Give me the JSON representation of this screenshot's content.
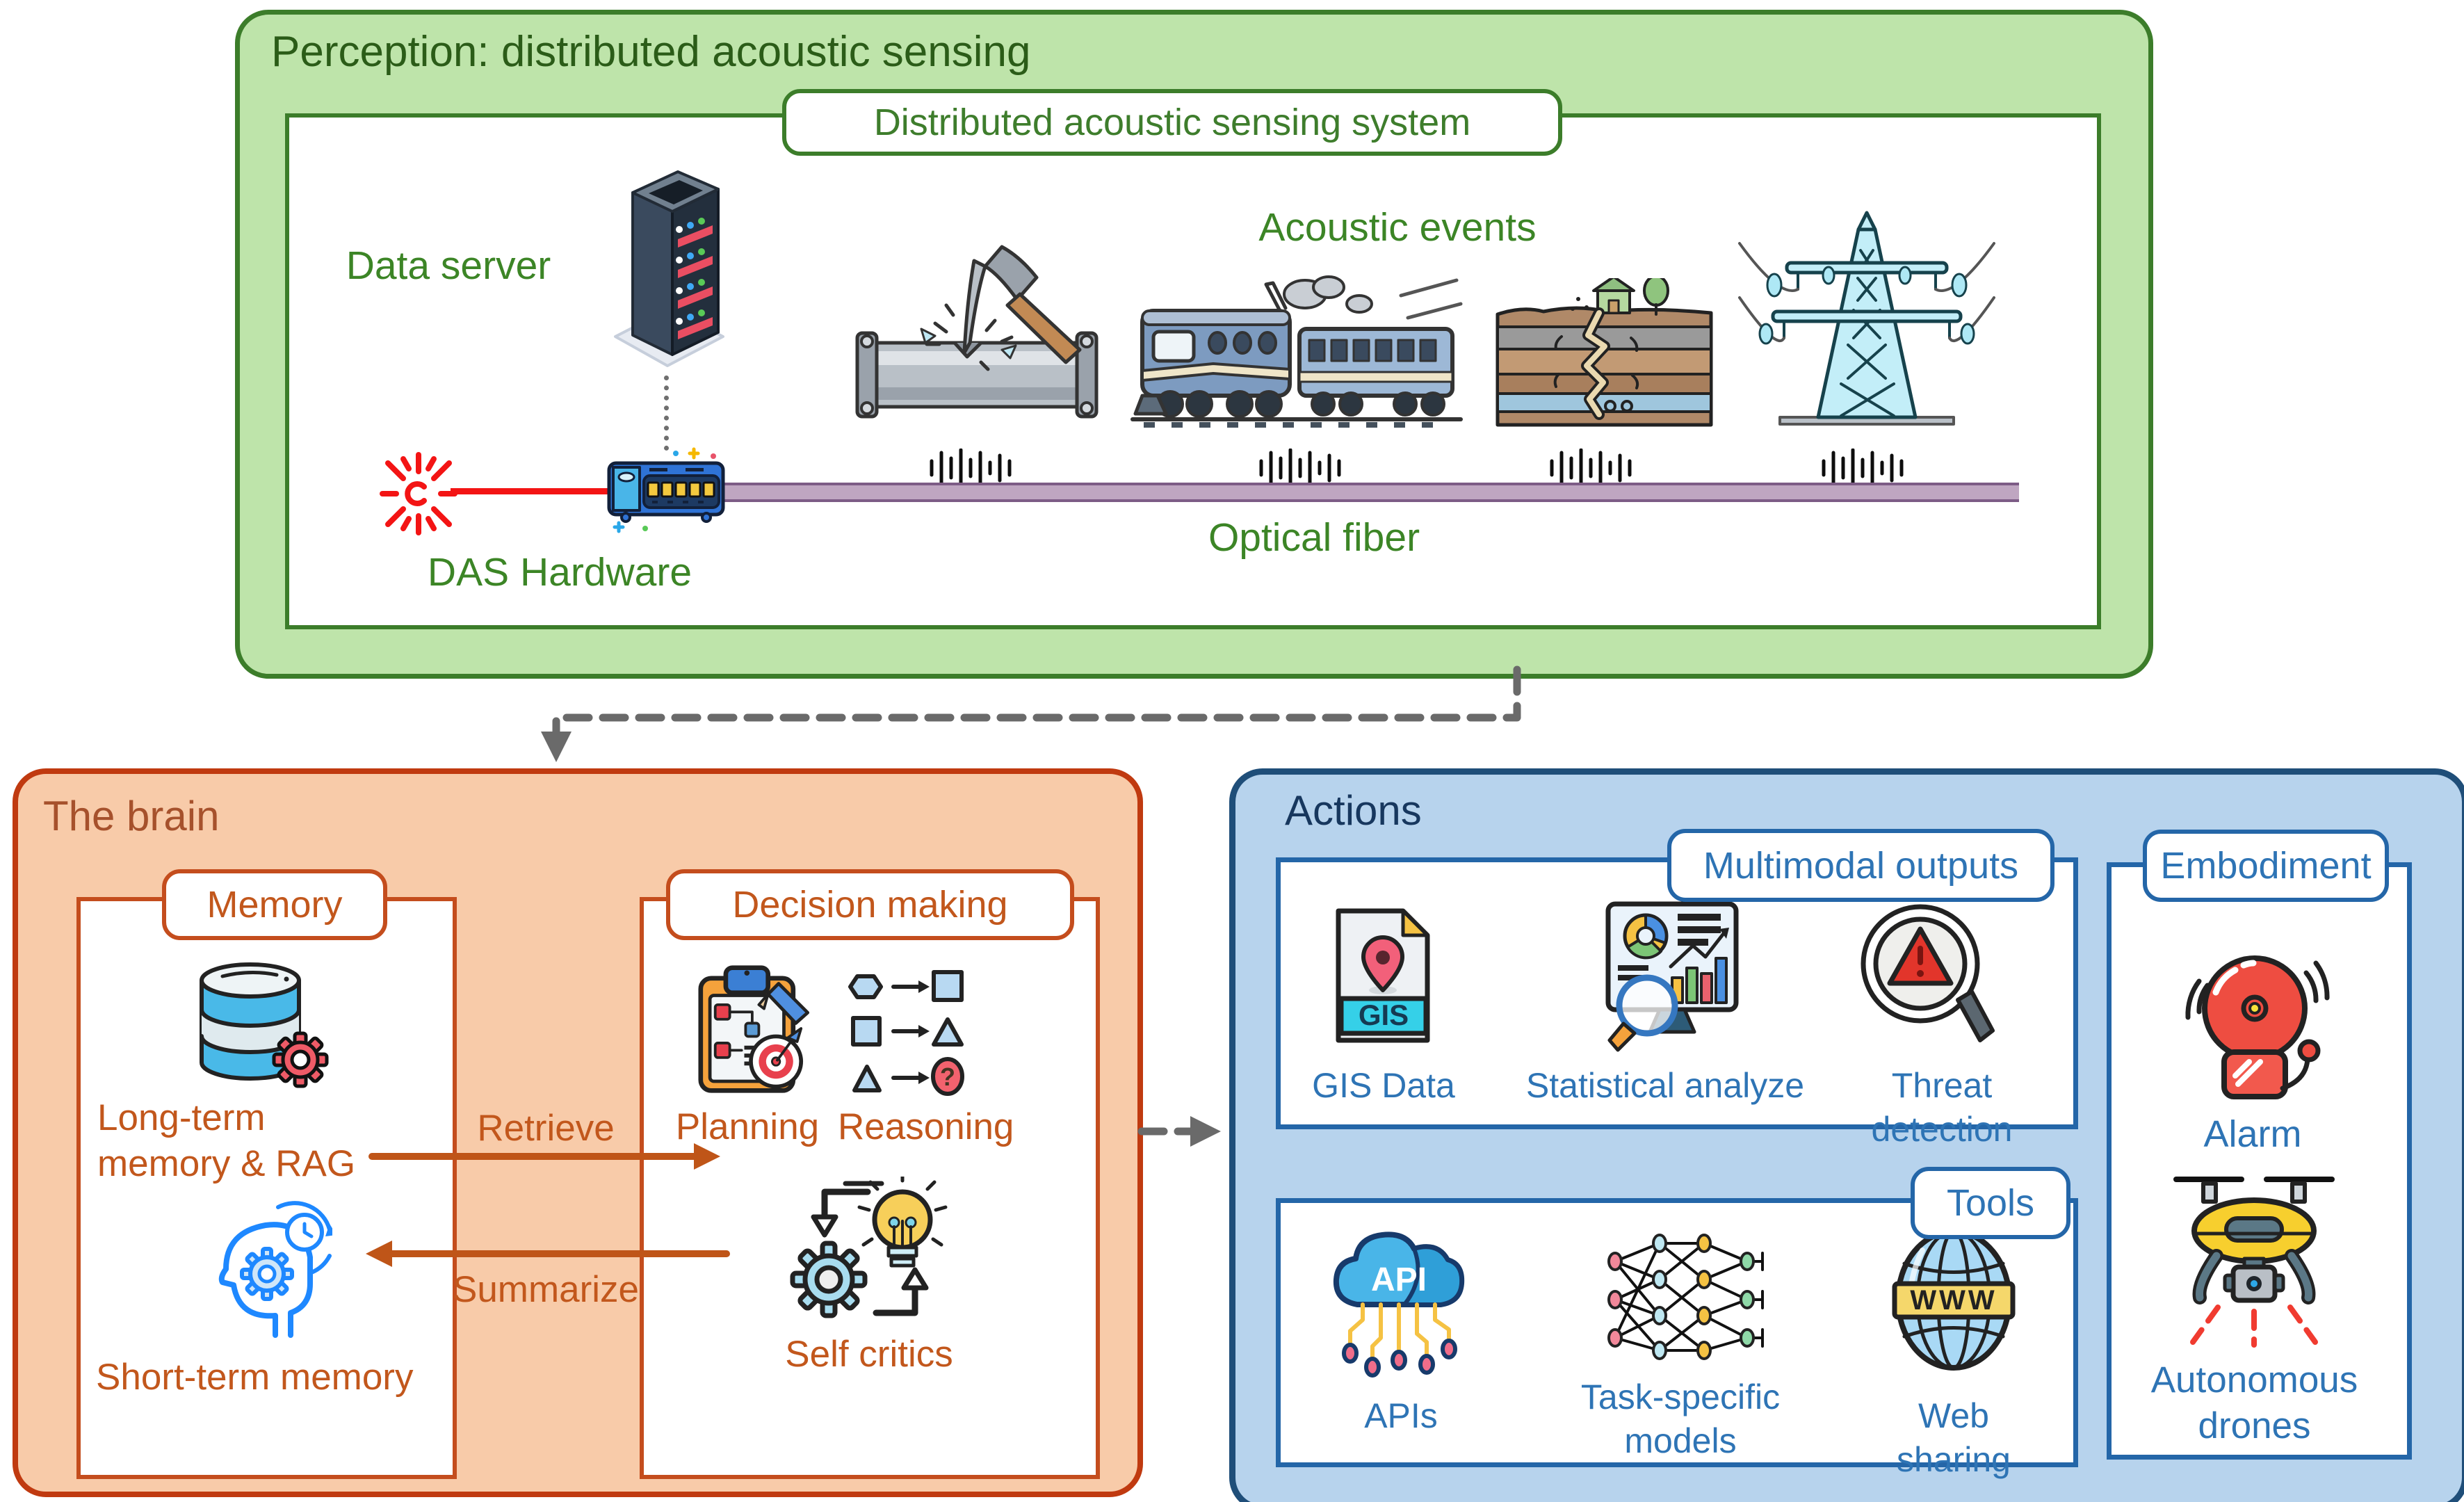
{
  "perception": {
    "title": "Perception: distributed acoustic sensing",
    "system_box_label": "Distributed acoustic sensing system",
    "data_server": "Data server",
    "das_hardware": "DAS Hardware",
    "optical_fiber": "Optical fiber",
    "acoustic_events": "Acoustic events",
    "event_icons": [
      "pickaxe-pipe-excavation",
      "train",
      "earthquake-ground-crack",
      "iced-power-tower"
    ]
  },
  "flow": {
    "retrieve": "Retrieve",
    "summarize": "Summarize"
  },
  "brain": {
    "title": "The brain",
    "memory": {
      "header": "Memory",
      "long_term": "Long-term memory & RAG",
      "short_term": "Short-term memory"
    },
    "decision_making": {
      "header": "Decision making",
      "planning": "Planning",
      "reasoning": "Reasoning",
      "reasoning_glyph": "?",
      "self_critics": "Self critics"
    }
  },
  "actions": {
    "title": "Actions",
    "multimodal_outputs": {
      "header": "Multimodal outputs",
      "items": [
        "GIS Data",
        "Statistical analyze",
        "Threat detection"
      ],
      "gis_badge": "GIS"
    },
    "tools": {
      "header": "Tools",
      "items": [
        "APIs",
        "Task-specific models",
        "Web sharing"
      ],
      "api_badge": "API",
      "www_badge": "WWW"
    },
    "embodiment": {
      "header": "Embodiment",
      "alarm": "Alarm",
      "drones": "Autonomous drones"
    }
  },
  "colors": {
    "green_fill": "#bee4aa",
    "green_border": "#3c7d2a",
    "green_text": "#3c8526",
    "orange_fill": "#f8cba9",
    "orange_border": "#c03a10",
    "orange_text": "#c2571c",
    "blue_fill": "#b7d3ed",
    "blue_border": "#1f4e79",
    "blue_text": "#2e74b5",
    "fiber": "#bfa6c1",
    "arrow_gray": "#6a6a6a",
    "laser_red": "#f31414"
  }
}
